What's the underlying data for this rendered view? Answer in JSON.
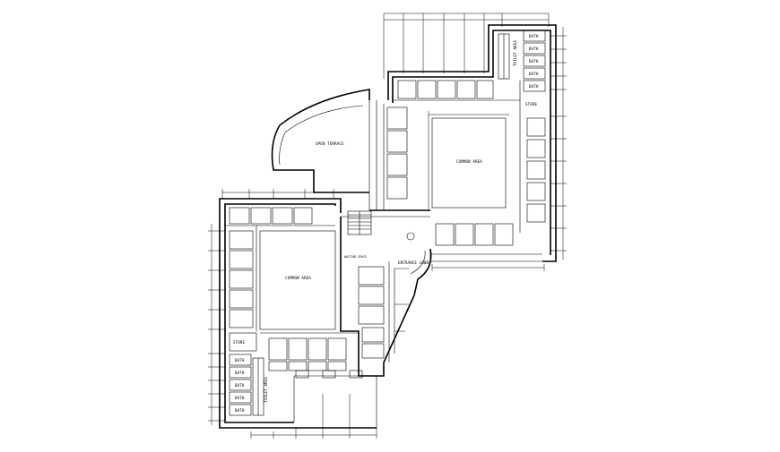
{
  "labels": {
    "bath": "BATH",
    "toilet_area": "TOILET AREA",
    "store": "STORE",
    "common_area": "COMMON AREA",
    "open_terrace": "OPEN TERRACE",
    "waiting_space": "WAITING SPACE",
    "entrance_lobby": "ENTRANCE LOBBY"
  },
  "colors": {
    "line": "#000000",
    "background": "#ffffff"
  }
}
